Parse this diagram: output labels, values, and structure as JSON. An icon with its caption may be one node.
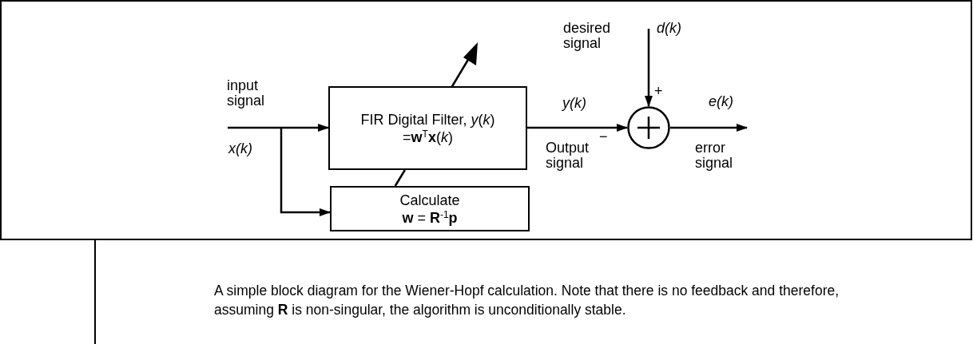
{
  "diagram": {
    "caption": "A simple block diagram for the Wiener-Hopf calculation. Note that there is no feedback and therefore, assuming **R** is non-singular, the algorithm is unconditionally stable.",
    "nodes": [
      {
        "text": [
          "FIR Digital Filter, *y*(*k*) =**w**$^{T}$**x**(*k*)"
        ]
      },
      {
        "text": [
          "Calculate",
          "**w** = **R**$^{-1}$**p**"
        ]
      },
      {
        "text": [],
        "shape": "circle"
      }
    ],
    "edges": [
      {
        "from": null,
        "to": 0,
        "arrow": "to"
      },
      {
        "from": null,
        "to": 1,
        "arrow": "to"
      },
      {
        "from": 1,
        "to": 0,
        "arrow": "none"
      },
      {
        "from": 0,
        "to": 2,
        "arrow": "to",
        "label": "y(k)"
      },
      {
        "from": null,
        "to": 2,
        "arrow": "to"
      },
      {
        "from": 2,
        "to": null,
        "arrow": "to"
      }
    ],
    "labels": [
      "input signal",
      "x(k)",
      "desired signal",
      "d(k)",
      "+",
      "Output signal",
      "−",
      "error signal",
      "e(k)"
    ]
  }
}
